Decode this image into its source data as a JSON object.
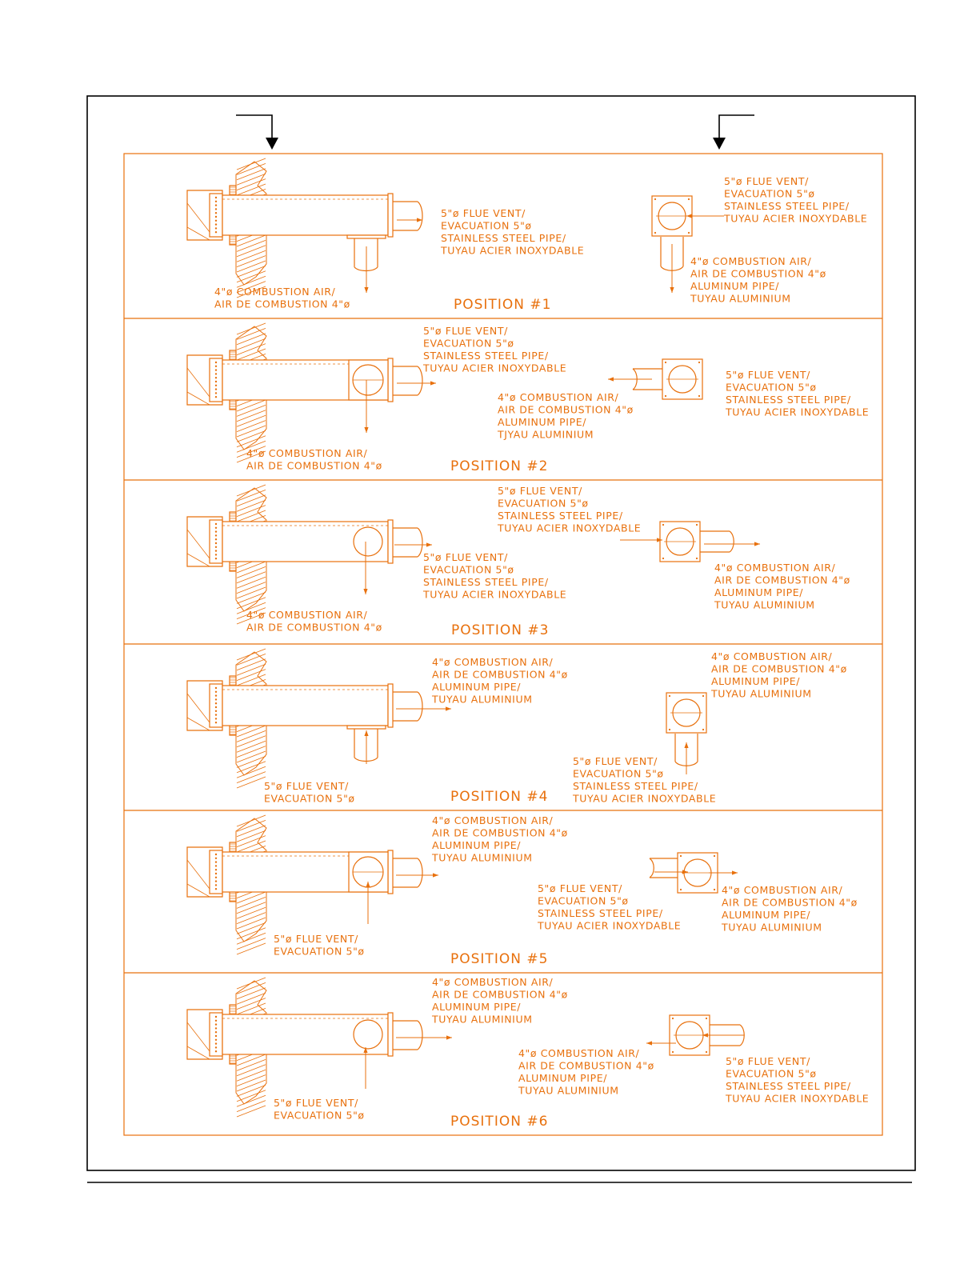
{
  "colors": {
    "drawing": "#e8700c",
    "frame": "#000000",
    "background": "#ffffff"
  },
  "panels": [
    {
      "title": "POSITION  #1",
      "side_labels": [
        [
          "5\"ø FLUE VENT/",
          "EVACUATION 5\"ø",
          "STAINLESS STEEL PIPE/",
          "TUYAU ACIER INOXYDABLE"
        ],
        [
          "4\"ø COMBUSTION AIR/",
          "AIR DE COMBUSTION 4\"ø"
        ]
      ],
      "end_labels": [
        [
          "5\"ø FLUE VENT/",
          "EVACUATION 5\"ø",
          "STAINLESS STEEL PIPE/",
          "TUYAU ACIER INOXYDABLE"
        ],
        [
          "4\"ø COMBUSTION AIR/",
          "AIR DE COMBUSTION 4\"ø",
          "ALUMINUM PIPE/",
          "TUYAU ALUMINIUM"
        ]
      ]
    },
    {
      "title": "POSITION  #2",
      "side_labels": [
        [
          "5\"ø FLUE VENT/",
          "EVACUATION 5\"ø",
          "STAINLESS STEEL PIPE/",
          "TUYAU ACIER INOXYDABLE"
        ],
        [
          "4\"ø COMBUSTION AIR/",
          "AIR DE COMBUSTION 4\"ø"
        ]
      ],
      "end_labels": [
        [
          "4\"ø COMBUSTION AIR/",
          "AIR DE COMBUSTION 4\"ø",
          "ALUMINUM PIPE/",
          "TJYAU ALUMINIUM"
        ],
        [
          "5\"ø FLUE VENT/",
          "EVACUATION 5\"ø",
          "STAINLESS STEEL PIPE/",
          "TUYAU ACIER INOXYDABLE"
        ]
      ]
    },
    {
      "title": "POSITION  #3",
      "side_labels": [
        [
          "5\"ø FLUE VENT/",
          "EVACUATION 5\"ø",
          "STAINLESS STEEL PIPE/",
          "TUYAU ACIER INOXYDABLE"
        ],
        [
          "4\"ø COMBUSTION AIR/",
          "AIR DE COMBUSTION 4\"ø"
        ]
      ],
      "end_labels": [
        [
          "5\"ø FLUE VENT/",
          "EVACUATION 5\"ø",
          "STAINLESS STEEL PIPE/",
          "TUYAU ACIER INOXYDABLE"
        ],
        [
          "4\"ø COMBUSTION AIR/",
          "AIR DE COMBUSTION 4\"ø",
          "ALUMINUM PIPE/",
          "TUYAU ALUMINIUM"
        ]
      ]
    },
    {
      "title": "POSITION  #4",
      "side_labels": [
        [
          "4\"ø COMBUSTION AIR/",
          "AIR DE COMBUSTION 4\"ø",
          "ALUMINUM PIPE/",
          "TUYAU ALUMINIUM"
        ],
        [
          "5\"ø FLUE VENT/",
          "EVACUATION 5\"ø"
        ]
      ],
      "end_labels": [
        [
          "4\"ø COMBUSTION AIR/",
          "AIR DE COMBUSTION 4\"ø",
          "ALUMINUM PIPE/",
          "TUYAU ALUMINIUM"
        ],
        [
          "5\"ø FLUE VENT/",
          "EVACUATION 5\"ø",
          "STAINLESS STEEL PIPE/",
          "TUYAU ACIER INOXYDABLE"
        ]
      ]
    },
    {
      "title": "POSITION  #5",
      "side_labels": [
        [
          "4\"ø COMBUSTION AIR/",
          "AIR DE COMBUSTION 4\"ø",
          "ALUMINUM PIPE/",
          "TUYAU ALUMINIUM"
        ],
        [
          "5\"ø FLUE VENT/",
          "EVACUATION 5\"ø"
        ]
      ],
      "end_labels": [
        [
          "5\"ø FLUE VENT/",
          "EVACUATION 5\"ø",
          "STAINLESS STEEL PIPE/",
          "TUYAU ACIER INOXYDABLE"
        ],
        [
          "4\"ø COMBUSTION AIR/",
          "AIR DE COMBUSTION 4\"ø",
          "ALUMINUM PIPE/",
          "TUYAU ALUMINIUM"
        ]
      ]
    },
    {
      "title": "POSITION  #6",
      "side_labels": [
        [
          "4\"ø COMBUSTION AIR/",
          "AIR DE COMBUSTION 4\"ø",
          "ALUMINUM PIPE/",
          "TUYAU ALUMINIUM"
        ],
        [
          "5\"ø FLUE VENT/",
          "EVACUATION 5\"ø"
        ]
      ],
      "end_labels": [
        [
          "4\"ø COMBUSTION AIR/",
          "AIR DE COMBUSTION 4\"ø",
          "ALUMINUM PIPE/",
          "TUYAU ALUMINIUM"
        ],
        [
          "5\"ø FLUE VENT/",
          "EVACUATION 5\"ø",
          "STAINLESS STEEL PIPE/",
          "TUYAU ACIER INOXYDABLE"
        ]
      ]
    }
  ]
}
